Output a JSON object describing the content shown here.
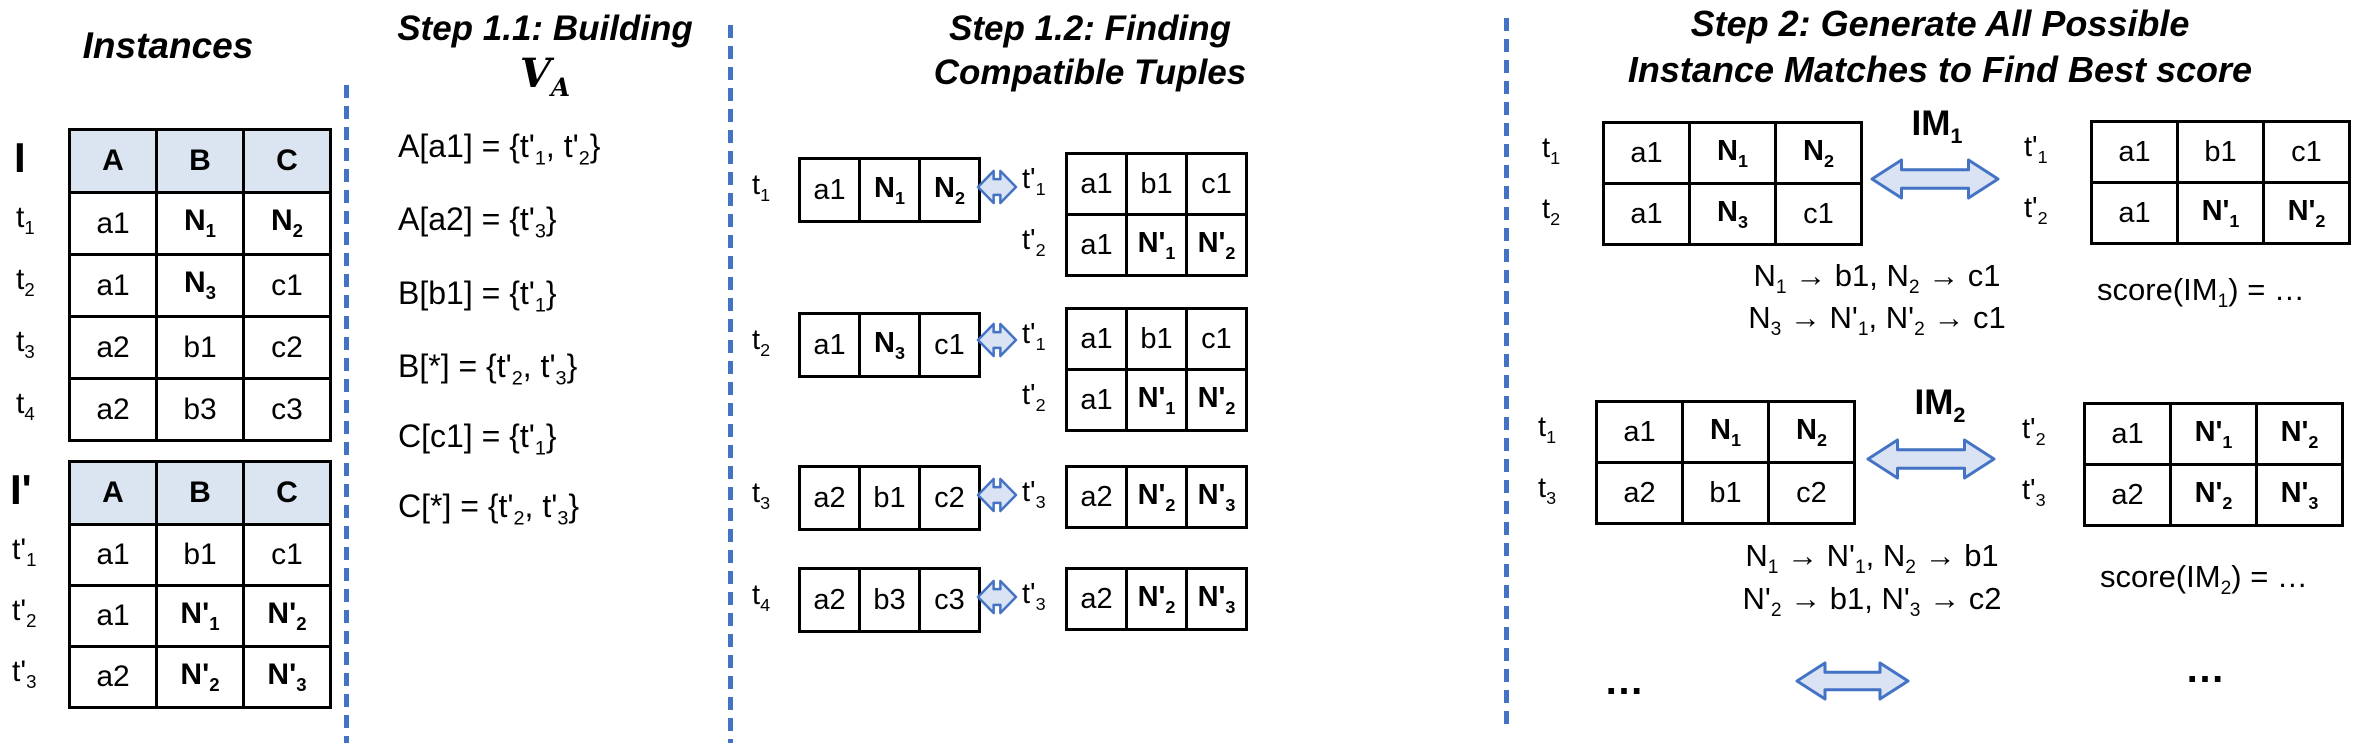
{
  "colors": {
    "accent": "#4472c4",
    "arrow_fill": "#dae3f3",
    "header_fill": "#dbe5f1",
    "border": "#000000",
    "background": "#ffffff"
  },
  "col1": {
    "title": "Instances",
    "table_i": {
      "label": [
        {
          "x": "I",
          "bold": true
        }
      ],
      "headers": [
        "A",
        "B",
        "C"
      ],
      "rows": [
        {
          "label": [
            {
              "x": "t",
              "sub": "1"
            }
          ],
          "cells": [
            [
              {
                "x": "a1"
              }
            ],
            [
              {
                "x": "N",
                "sub": "1",
                "bold": true
              }
            ],
            [
              {
                "x": "N",
                "sub": "2",
                "bold": true
              }
            ]
          ]
        },
        {
          "label": [
            {
              "x": "t",
              "sub": "2"
            }
          ],
          "cells": [
            [
              {
                "x": "a1"
              }
            ],
            [
              {
                "x": "N",
                "sub": "3",
                "bold": true
              }
            ],
            [
              {
                "x": "c1"
              }
            ]
          ]
        },
        {
          "label": [
            {
              "x": "t",
              "sub": "3"
            }
          ],
          "cells": [
            [
              {
                "x": "a2"
              }
            ],
            [
              {
                "x": "b1"
              }
            ],
            [
              {
                "x": "c2"
              }
            ]
          ]
        },
        {
          "label": [
            {
              "x": "t",
              "sub": "4"
            }
          ],
          "cells": [
            [
              {
                "x": "a2"
              }
            ],
            [
              {
                "x": "b3"
              }
            ],
            [
              {
                "x": "c3"
              }
            ]
          ]
        }
      ]
    },
    "table_i_prime": {
      "label": [
        {
          "x": "I'",
          "bold": true
        }
      ],
      "headers": [
        "A",
        "B",
        "C"
      ],
      "rows": [
        {
          "label": [
            {
              "x": "t'",
              "sub": "1"
            }
          ],
          "cells": [
            [
              {
                "x": "a1"
              }
            ],
            [
              {
                "x": "b1"
              }
            ],
            [
              {
                "x": "c1"
              }
            ]
          ]
        },
        {
          "label": [
            {
              "x": "t'",
              "sub": "2"
            }
          ],
          "cells": [
            [
              {
                "x": "a1"
              }
            ],
            [
              {
                "x": "N'",
                "sub": "1",
                "bold": true
              }
            ],
            [
              {
                "x": "N'",
                "sub": "2",
                "bold": true
              }
            ]
          ]
        },
        {
          "label": [
            {
              "x": "t'",
              "sub": "3"
            }
          ],
          "cells": [
            [
              {
                "x": "a2"
              }
            ],
            [
              {
                "x": "N'",
                "sub": "2",
                "bold": true
              }
            ],
            [
              {
                "x": "N'",
                "sub": "3",
                "bold": true
              }
            ]
          ]
        }
      ]
    }
  },
  "col2": {
    "title_line1": "Step 1.1: Building",
    "symbol_letter": "V",
    "symbol_sub": "A",
    "entries": [
      [
        {
          "x": "A[a1] = {"
        },
        {
          "x": "t'",
          "sub": "1"
        },
        {
          "x": ", "
        },
        {
          "x": "t'",
          "sub": "2"
        },
        {
          "x": "}"
        }
      ],
      [
        {
          "x": "A[a2] = {"
        },
        {
          "x": "t'",
          "sub": "3"
        },
        {
          "x": "}"
        }
      ],
      [
        {
          "x": "B[b1] = {"
        },
        {
          "x": "t'",
          "sub": "1"
        },
        {
          "x": "}"
        }
      ],
      [
        {
          "x": "B[*] = {"
        },
        {
          "x": "t'",
          "sub": "2"
        },
        {
          "x": ", "
        },
        {
          "x": "t'",
          "sub": "3"
        },
        {
          "x": "}"
        }
      ],
      [
        {
          "x": "C[c1] = {"
        },
        {
          "x": "t'",
          "sub": "1"
        },
        {
          "x": "}"
        }
      ],
      [
        {
          "x": "C[*] = {"
        },
        {
          "x": "t'",
          "sub": "2"
        },
        {
          "x": ", "
        },
        {
          "x": "t'",
          "sub": "3"
        },
        {
          "x": "}"
        }
      ]
    ]
  },
  "col3": {
    "title_line1": "Step 1.2: Finding",
    "title_line2": "Compatible Tuples",
    "matches": [
      {
        "left_label": [
          {
            "x": "t",
            "sub": "1"
          }
        ],
        "left_cells": [
          [
            {
              "x": "a1"
            }
          ],
          [
            {
              "x": "N",
              "sub": "1",
              "bold": true
            }
          ],
          [
            {
              "x": "N",
              "sub": "2",
              "bold": true
            }
          ]
        ],
        "right_rows": [
          {
            "label": [
              {
                "x": "t'",
                "sub": "1"
              }
            ],
            "cells": [
              [
                {
                  "x": "a1"
                }
              ],
              [
                {
                  "x": "b1"
                }
              ],
              [
                {
                  "x": "c1"
                }
              ]
            ]
          },
          {
            "label": [
              {
                "x": "t'",
                "sub": "2"
              }
            ],
            "cells": [
              [
                {
                  "x": "a1"
                }
              ],
              [
                {
                  "x": "N'",
                  "sub": "1",
                  "bold": true
                }
              ],
              [
                {
                  "x": "N'",
                  "sub": "2",
                  "bold": true
                }
              ]
            ]
          }
        ]
      },
      {
        "left_label": [
          {
            "x": "t",
            "sub": "2"
          }
        ],
        "left_cells": [
          [
            {
              "x": "a1"
            }
          ],
          [
            {
              "x": "N",
              "sub": "3",
              "bold": true
            }
          ],
          [
            {
              "x": "c1"
            }
          ]
        ],
        "right_rows": [
          {
            "label": [
              {
                "x": "t'",
                "sub": "1"
              }
            ],
            "cells": [
              [
                {
                  "x": "a1"
                }
              ],
              [
                {
                  "x": "b1"
                }
              ],
              [
                {
                  "x": "c1"
                }
              ]
            ]
          },
          {
            "label": [
              {
                "x": "t'",
                "sub": "2"
              }
            ],
            "cells": [
              [
                {
                  "x": "a1"
                }
              ],
              [
                {
                  "x": "N'",
                  "sub": "1",
                  "bold": true
                }
              ],
              [
                {
                  "x": "N'",
                  "sub": "2",
                  "bold": true
                }
              ]
            ]
          }
        ]
      },
      {
        "left_label": [
          {
            "x": "t",
            "sub": "3"
          }
        ],
        "left_cells": [
          [
            {
              "x": "a2"
            }
          ],
          [
            {
              "x": "b1"
            }
          ],
          [
            {
              "x": "c2"
            }
          ]
        ],
        "right_rows": [
          {
            "label": [
              {
                "x": "t'",
                "sub": "3"
              }
            ],
            "cells": [
              [
                {
                  "x": "a2"
                }
              ],
              [
                {
                  "x": "N'",
                  "sub": "2",
                  "bold": true
                }
              ],
              [
                {
                  "x": "N'",
                  "sub": "3",
                  "bold": true
                }
              ]
            ]
          }
        ]
      },
      {
        "left_label": [
          {
            "x": "t",
            "sub": "4"
          }
        ],
        "left_cells": [
          [
            {
              "x": "a2"
            }
          ],
          [
            {
              "x": "b3"
            }
          ],
          [
            {
              "x": "c3"
            }
          ]
        ],
        "right_rows": [
          {
            "label": [
              {
                "x": "t'",
                "sub": "3"
              }
            ],
            "cells": [
              [
                {
                  "x": "a2"
                }
              ],
              [
                {
                  "x": "N'",
                  "sub": "2",
                  "bold": true
                }
              ],
              [
                {
                  "x": "N'",
                  "sub": "3",
                  "bold": true
                }
              ]
            ]
          }
        ]
      }
    ]
  },
  "col4": {
    "title_line1": "Step 2: Generate All Possible",
    "title_line2": "Instance Matches to Find Best score",
    "blocks": [
      {
        "im": [
          {
            "x": "IM",
            "sub": "1",
            "bold": true
          }
        ],
        "left_rows": [
          {
            "label": [
              {
                "x": "t",
                "sub": "1"
              }
            ],
            "cells": [
              [
                {
                  "x": "a1"
                }
              ],
              [
                {
                  "x": "N",
                  "sub": "1",
                  "bold": true
                }
              ],
              [
                {
                  "x": "N",
                  "sub": "2",
                  "bold": true
                }
              ]
            ]
          },
          {
            "label": [
              {
                "x": "t",
                "sub": "2"
              }
            ],
            "cells": [
              [
                {
                  "x": "a1"
                }
              ],
              [
                {
                  "x": "N",
                  "sub": "3",
                  "bold": true
                }
              ],
              [
                {
                  "x": "c1"
                }
              ]
            ]
          }
        ],
        "right_rows": [
          {
            "label": [
              {
                "x": "t'",
                "sub": "1"
              }
            ],
            "cells": [
              [
                {
                  "x": "a1"
                }
              ],
              [
                {
                  "x": "b1"
                }
              ],
              [
                {
                  "x": "c1"
                }
              ]
            ]
          },
          {
            "label": [
              {
                "x": "t'",
                "sub": "2"
              }
            ],
            "cells": [
              [
                {
                  "x": "a1"
                }
              ],
              [
                {
                  "x": "N'",
                  "sub": "1",
                  "bold": true
                }
              ],
              [
                {
                  "x": "N'",
                  "sub": "2",
                  "bold": true
                }
              ]
            ]
          }
        ],
        "map_lines": [
          [
            {
              "x": "N",
              "sub": "1"
            },
            {
              "x": " → ",
              "cls": "arw"
            },
            {
              "x": "b1, "
            },
            {
              "x": "N",
              "sub": "2"
            },
            {
              "x": " → ",
              "cls": "arw"
            },
            {
              "x": "c1"
            }
          ],
          [
            {
              "x": "N",
              "sub": "3"
            },
            {
              "x": " → ",
              "cls": "arw"
            },
            {
              "x": "N'",
              "sub": "1"
            },
            {
              "x": ", "
            },
            {
              "x": "N'",
              "sub": "2"
            },
            {
              "x": " → ",
              "cls": "arw"
            },
            {
              "x": "c1"
            }
          ]
        ],
        "score": [
          {
            "x": "score(IM",
            "sub": "1"
          },
          {
            "x": ") = …"
          }
        ]
      },
      {
        "im": [
          {
            "x": "IM",
            "sub": "2",
            "bold": true
          }
        ],
        "left_rows": [
          {
            "label": [
              {
                "x": "t",
                "sub": "1"
              }
            ],
            "cells": [
              [
                {
                  "x": "a1"
                }
              ],
              [
                {
                  "x": "N",
                  "sub": "1",
                  "bold": true
                }
              ],
              [
                {
                  "x": "N",
                  "sub": "2",
                  "bold": true
                }
              ]
            ]
          },
          {
            "label": [
              {
                "x": "t",
                "sub": "3"
              }
            ],
            "cells": [
              [
                {
                  "x": "a2"
                }
              ],
              [
                {
                  "x": "b1"
                }
              ],
              [
                {
                  "x": "c2"
                }
              ]
            ]
          }
        ],
        "right_rows": [
          {
            "label": [
              {
                "x": "t'",
                "sub": "2"
              }
            ],
            "cells": [
              [
                {
                  "x": "a1"
                }
              ],
              [
                {
                  "x": "N'",
                  "sub": "1",
                  "bold": true
                }
              ],
              [
                {
                  "x": "N'",
                  "sub": "2",
                  "bold": true
                }
              ]
            ]
          },
          {
            "label": [
              {
                "x": "t'",
                "sub": "3"
              }
            ],
            "cells": [
              [
                {
                  "x": "a2"
                }
              ],
              [
                {
                  "x": "N'",
                  "sub": "2",
                  "bold": true
                }
              ],
              [
                {
                  "x": "N'",
                  "sub": "3",
                  "bold": true
                }
              ]
            ]
          }
        ],
        "map_lines": [
          [
            {
              "x": "N",
              "sub": "1"
            },
            {
              "x": " → ",
              "cls": "arw"
            },
            {
              "x": "N'",
              "sub": "1"
            },
            {
              "x": ", "
            },
            {
              "x": "N",
              "sub": "2"
            },
            {
              "x": " → ",
              "cls": "arw"
            },
            {
              "x": "b1"
            }
          ],
          [
            {
              "x": "N'",
              "sub": "2"
            },
            {
              "x": " → ",
              "cls": "arw"
            },
            {
              "x": "b1, "
            },
            {
              "x": "N'",
              "sub": "3"
            },
            {
              "x": " → ",
              "cls": "arw"
            },
            {
              "x": "c2"
            }
          ]
        ],
        "score": [
          {
            "x": "score(IM",
            "sub": "2"
          },
          {
            "x": ") = …"
          }
        ]
      }
    ],
    "ellipsis_left": "…",
    "ellipsis_right": "…"
  }
}
